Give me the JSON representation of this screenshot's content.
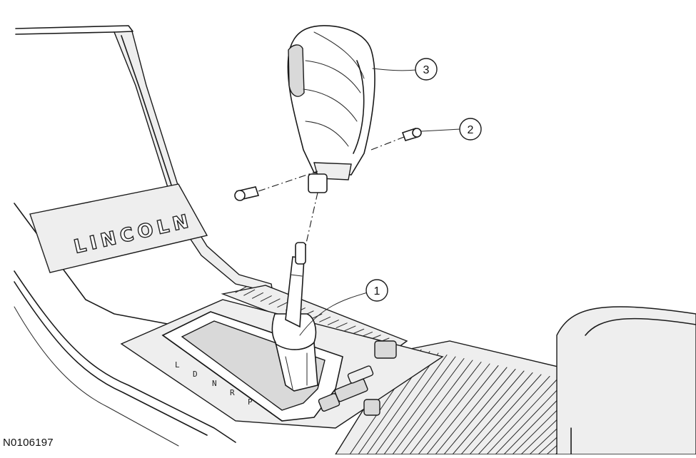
{
  "brand_text": "LINCOLN",
  "gear_letters": [
    "L",
    "D",
    "N",
    "R",
    "P"
  ],
  "callouts": [
    {
      "id": "1",
      "label": "1"
    },
    {
      "id": "2",
      "label": "2"
    },
    {
      "id": "3",
      "label": "3"
    }
  ],
  "figure_id": "N0106197"
}
